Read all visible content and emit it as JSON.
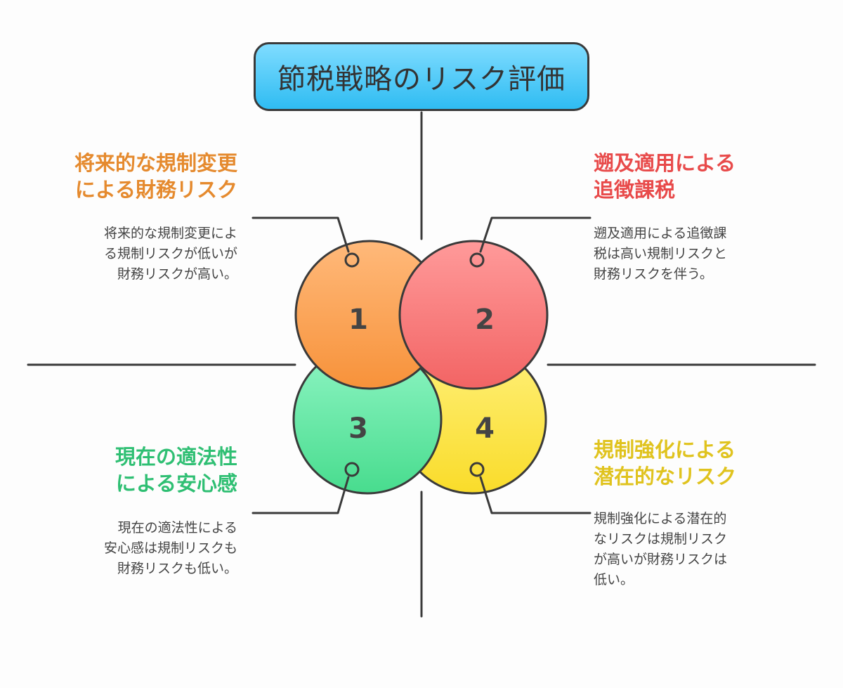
{
  "title": "節税戦略のリスク評価",
  "quadrants": [
    {
      "number": "1",
      "heading": [
        "将来的な規制変更",
        "による財務リスク"
      ],
      "description": [
        "将来的な規制変更によ",
        "る規制リスクが低いが",
        "財務リスクが高い。"
      ]
    },
    {
      "number": "2",
      "heading": [
        "遡及適用による",
        "追徴課税"
      ],
      "description": [
        "遡及適用による追徴課",
        "税は高い規制リスクと",
        "財務リスクを伴う。"
      ]
    },
    {
      "number": "3",
      "heading": [
        "現在の適法性",
        "による安心感"
      ],
      "description": [
        "現在の適法性による",
        "安心感は規制リスクも",
        "財務リスクも低い。"
      ]
    },
    {
      "number": "4",
      "heading": [
        "規制強化による",
        "潜在的なリスク"
      ],
      "description": [
        "規制強化による潜在的",
        "なリスクは規制リスク",
        "が高いが財務リスクは",
        "低い。"
      ]
    }
  ],
  "colors": {
    "q1_heading": "#e58a2e",
    "q2_heading": "#e84a4a",
    "q3_heading": "#2fbf73",
    "q4_heading": "#e0c31e"
  }
}
